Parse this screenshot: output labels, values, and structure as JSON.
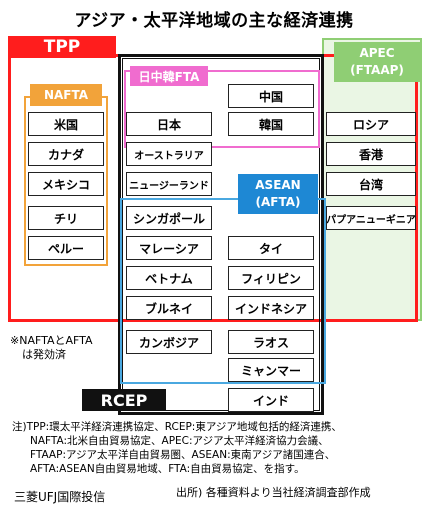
{
  "title": "アジア・太平洋地域の主な経済連携",
  "groups": {
    "tpp": "TPP",
    "apec_line1": "APEC",
    "apec_line2": "(FTAAP)",
    "nafta": "NAFTA",
    "cjk": "日中韓FTA",
    "asean_line1": "ASEAN",
    "asean_line2": "(AFTA)",
    "rcep": "RCEP"
  },
  "countries": {
    "beikoku": "米国",
    "canada": "カナダ",
    "mexico": "メキシコ",
    "chile": "チリ",
    "peru": "ペルー",
    "japan": "日本",
    "australia": "オーストラリア",
    "newzealand": "ニュージーランド",
    "singapore": "シンガポール",
    "malaysia": "マレーシア",
    "vietnam": "ベトナム",
    "brunei": "ブルネイ",
    "cambodia": "カンボジア",
    "china": "中国",
    "korea": "韓国",
    "thailand": "タイ",
    "philippines": "フィリピン",
    "indonesia": "インドネシア",
    "laos": "ラオス",
    "myanmar": "ミャンマー",
    "india": "インド",
    "russia": "ロシア",
    "hongkong": "香港",
    "taiwan": "台湾",
    "png": "パプアニューギニア"
  },
  "note_effect_line1": "※NAFTAとAFTA",
  "note_effect_line2": "は発効済",
  "footnote": {
    "line1": "注)TPP:環太平洋経済連携協定、RCEP:東アジア地域包括的経済連携、",
    "line2": "NAFTA:北米自由貿易協定、APEC:アジア太平洋経済協力会議、",
    "line3": "FTAAP:アジア太平洋自由貿易圏、ASEAN:東南アジア諸国連合、",
    "line4": "AFTA:ASEAN自由貿易地域、FTA:自由貿易協定、を指す。"
  },
  "source": "出所) 各種資料より当社経済調査部作成",
  "brand": "三菱UFJ国際投信",
  "colors": {
    "tpp": "#ff1d1d",
    "apec": "#8fce74",
    "nafta": "#f2a33a",
    "cjk": "#f06ccf",
    "asean": "#1e88d4",
    "rcep": "#111111"
  }
}
